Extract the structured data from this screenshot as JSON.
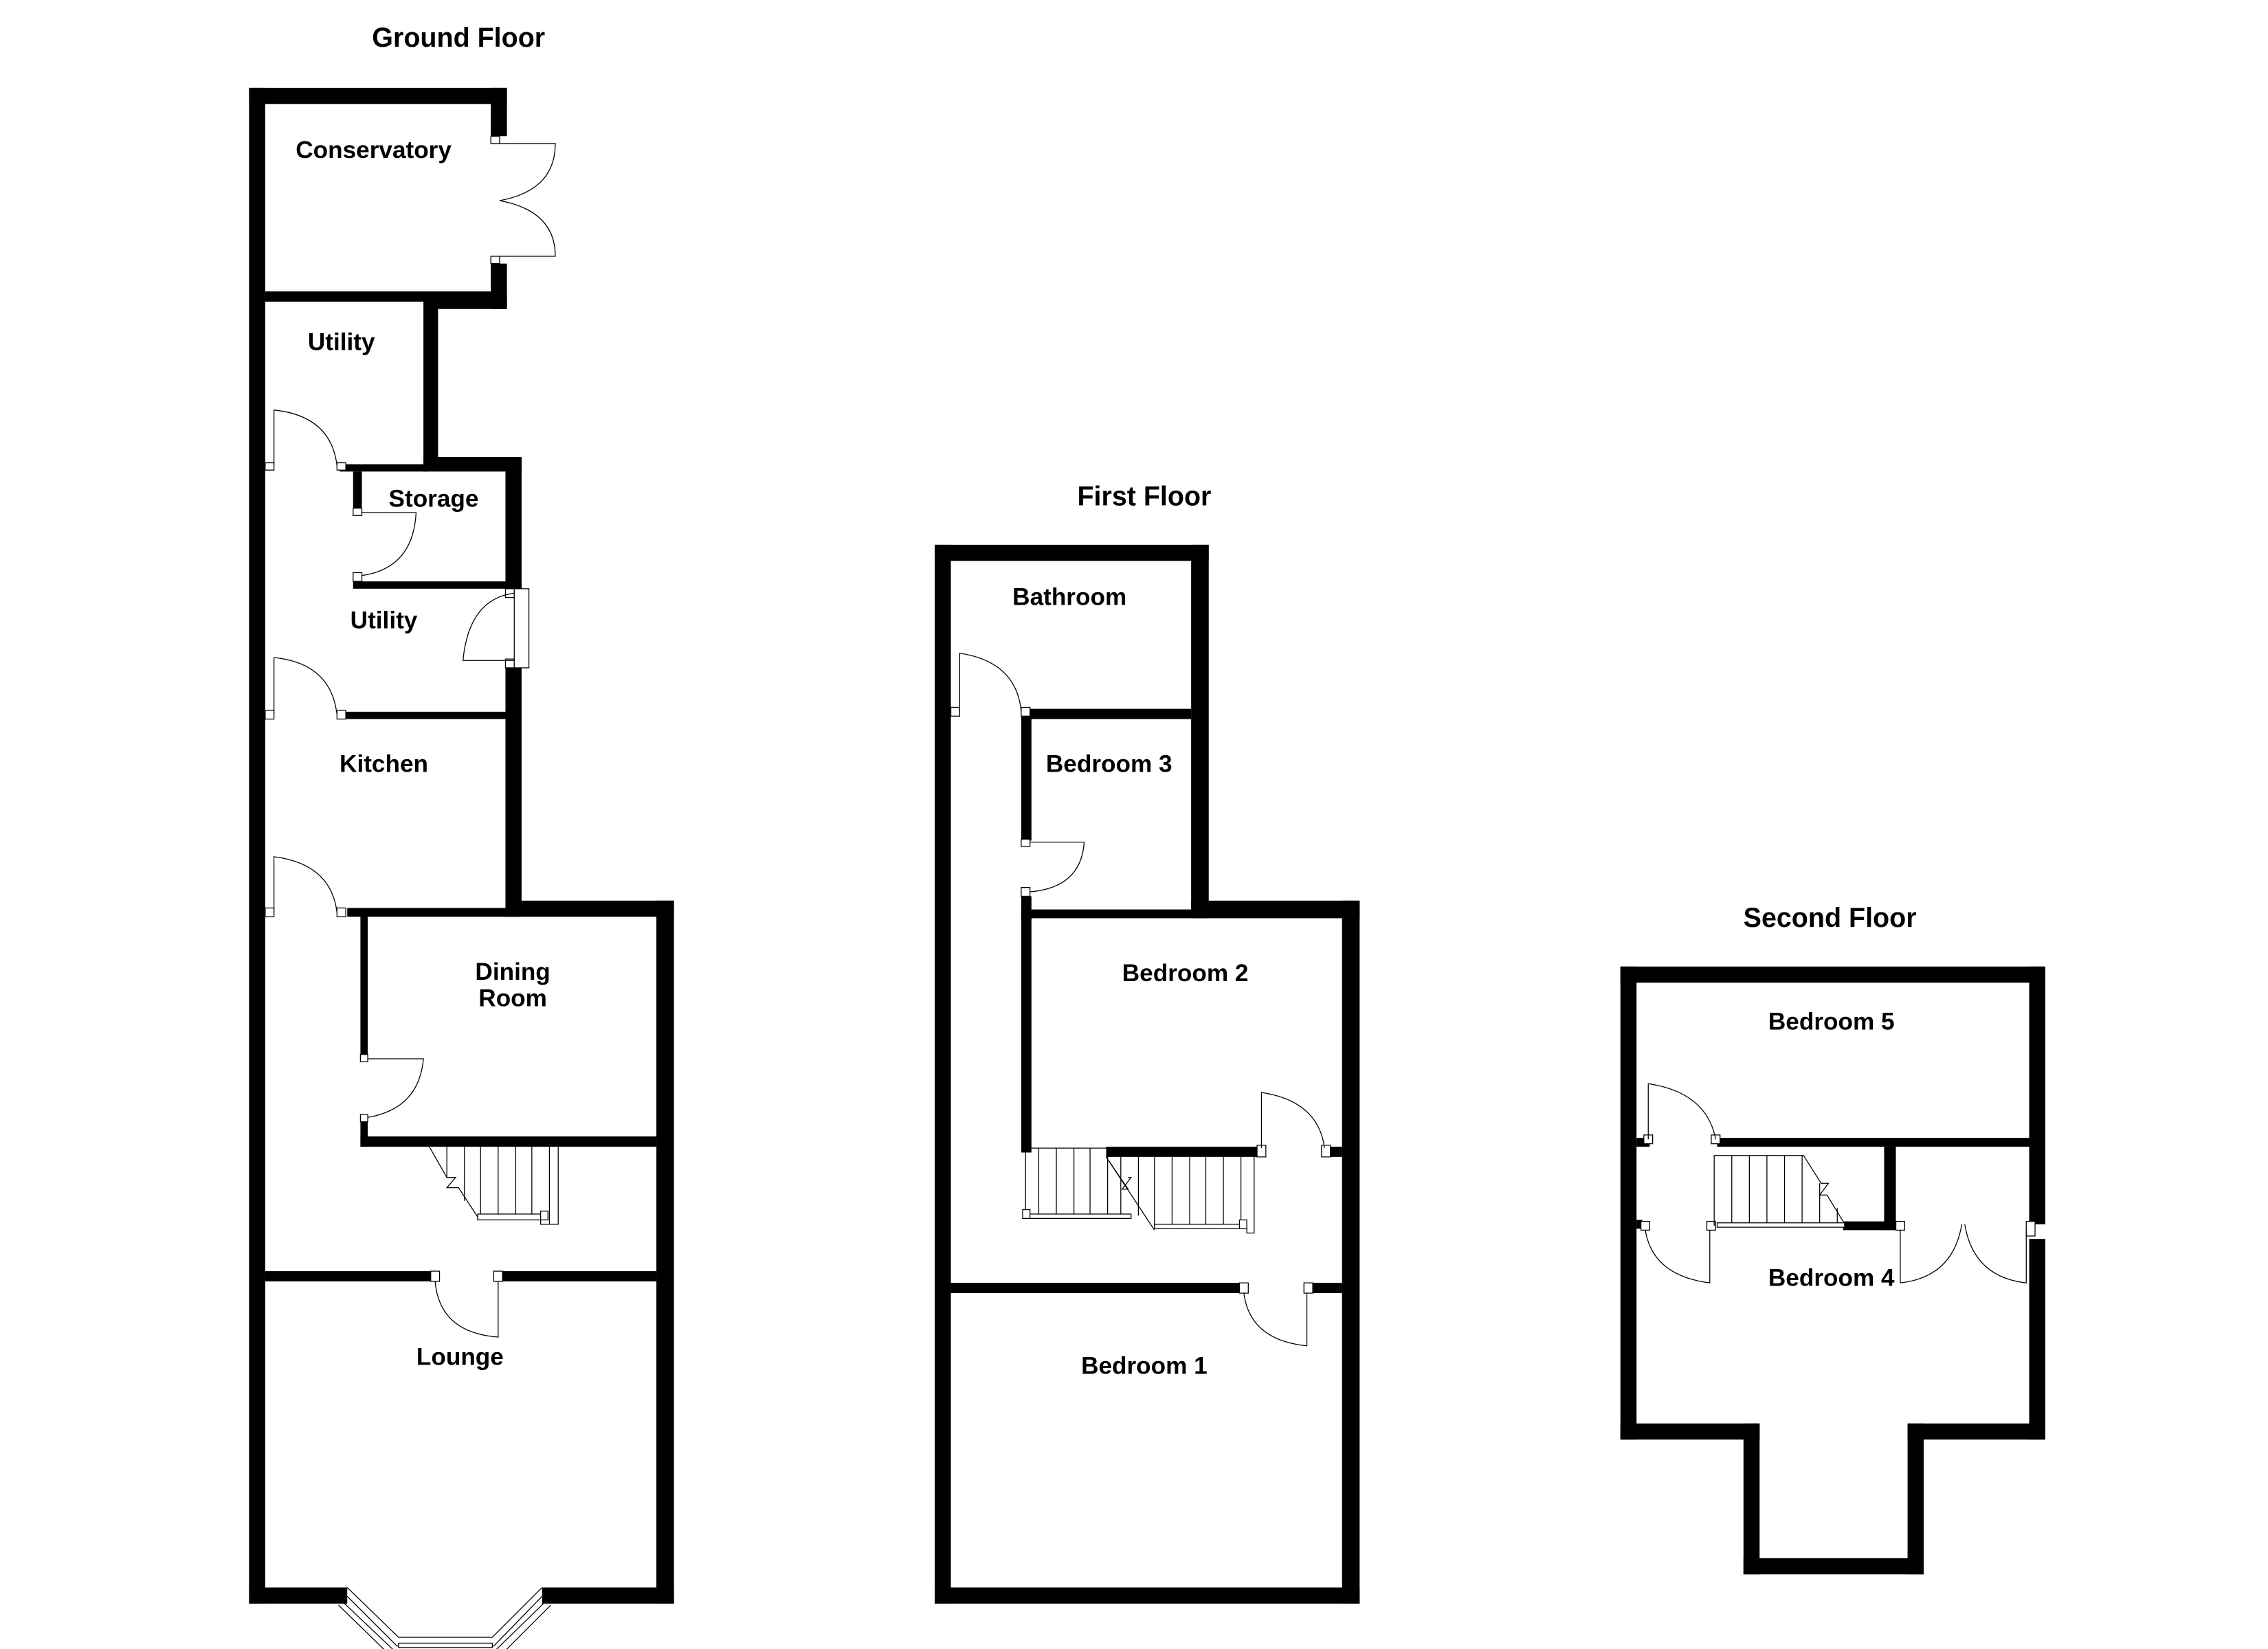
{
  "plan": {
    "type": "floor_plan",
    "background": "#ffffff",
    "wall_color": "#000000",
    "floors": [
      {
        "title": "Ground Floor",
        "rooms": [
          {
            "label": "Conservatory"
          },
          {
            "label": "Utility"
          },
          {
            "label": "Storage"
          },
          {
            "label": "Utility"
          },
          {
            "label": "Kitchen"
          },
          {
            "label": "Dining",
            "label_line2": "Room"
          },
          {
            "label": "Lounge"
          }
        ]
      },
      {
        "title": "First Floor",
        "rooms": [
          {
            "label": "Bathroom"
          },
          {
            "label": "Bedroom 3"
          },
          {
            "label": "Bedroom 2"
          },
          {
            "label": "Bedroom 1"
          }
        ]
      },
      {
        "title": "Second Floor",
        "rooms": [
          {
            "label": "Bedroom 5"
          },
          {
            "label": "Bedroom 4"
          }
        ]
      }
    ]
  }
}
